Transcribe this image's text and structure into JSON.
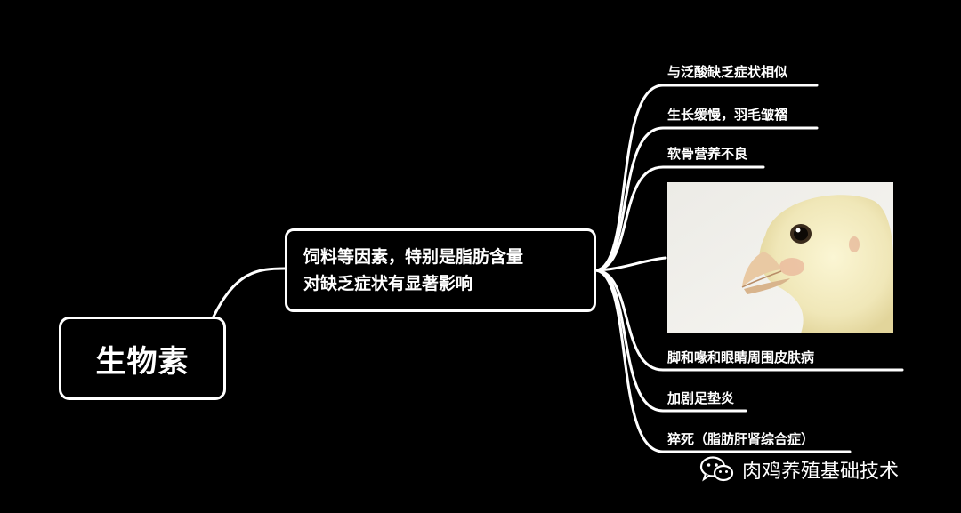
{
  "root": {
    "label": "生物素"
  },
  "factor": {
    "line1": "饲料等因素，特别是脂肪含量",
    "line2": "对缺乏症状有显著影响"
  },
  "symptoms": [
    {
      "label": "与泛酸缺乏症状相似"
    },
    {
      "label": "生长缓慢，羽毛皱褶"
    },
    {
      "label": "软骨营养不良"
    },
    {
      "label": "脚和喙和眼睛周围皮肤病"
    },
    {
      "label": "加剧足垫炎"
    },
    {
      "label": "猝死（脂肪肝肾综合症）"
    }
  ],
  "photo": {
    "description_icon": "chick-head-icon"
  },
  "watermark": {
    "text": "肉鸡养殖基础技术",
    "icon": "wechat-icon"
  },
  "colors": {
    "background": "#000000",
    "line": "#ffffff",
    "text": "#ffffff"
  }
}
